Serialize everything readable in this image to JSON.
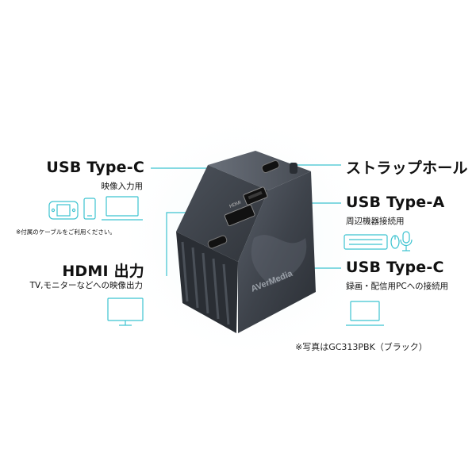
{
  "labels": {
    "usbc_left": {
      "title": "USB Type-C",
      "sub": "映像入力用",
      "note": "※付属のケーブルをご利用ください。"
    },
    "hdmi": {
      "title": "HDMI 出力",
      "sub": "TV,モニターなどへの映像出力"
    },
    "strap": {
      "title": "ストラップホール"
    },
    "usba": {
      "title": "USB Type-A",
      "sub": "周辺機器接続用"
    },
    "usbc_right": {
      "title": "USB Type-C",
      "sub": "録画・配信用PCへの接続用"
    }
  },
  "device": {
    "port_hdmi": "HDMI",
    "brand": "AVerMedia"
  },
  "caption": "※写真はGC313PBK（ブラック）",
  "colors": {
    "accent": "#3cc3d0",
    "device_body": "#3e434b",
    "device_dark": "#2a2e34"
  },
  "icons": [
    "game-console-icon",
    "phone-icon",
    "laptop-icon",
    "monitor-icon",
    "keyboard-icon",
    "mouse-icon",
    "microphone-icon"
  ]
}
